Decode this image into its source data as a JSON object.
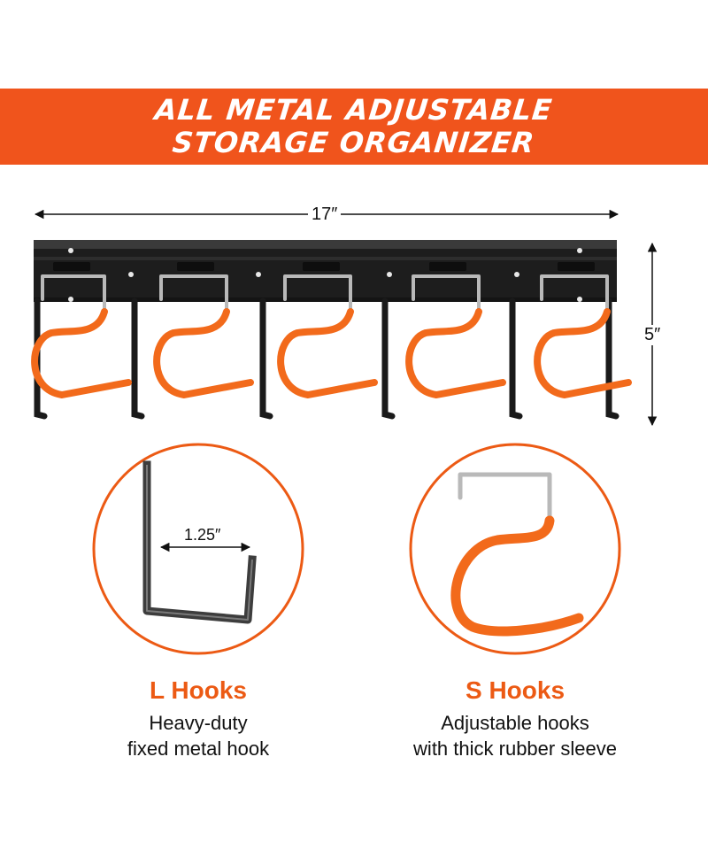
{
  "banner": {
    "line1": "ALL METAL ADJUSTABLE",
    "line2": "STORAGE ORGANIZER"
  },
  "dimensions": {
    "width": "17″",
    "height": "5″",
    "l_hook_depth": "1.25″"
  },
  "l_hooks": {
    "title": "L Hooks",
    "line1": "Heavy-duty",
    "line2": "fixed metal hook"
  },
  "s_hooks": {
    "title": "S Hooks",
    "line1": "Adjustable hooks",
    "line2": "with thick rubber sleeve"
  },
  "colors": {
    "accent": "#f0541c",
    "hook_orange": "#f26a1b",
    "rack_black": "#1d1d1d",
    "wire_gray": "#b9b9b9"
  }
}
